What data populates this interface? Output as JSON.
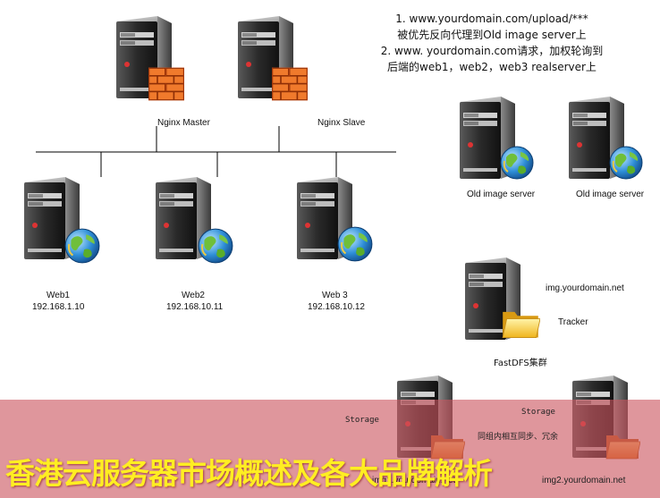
{
  "notes": {
    "line1": "1. www.yourdomain.com/upload/***",
    "line2": "被优先反向代理到Old  image server上",
    "line3": "2. www. yourdomain.com请求，加权轮询到",
    "line4": "后端的web1，web2，web3  realserver上"
  },
  "nginx": {
    "master": "Nginx Master",
    "slave": "Nginx  Slave"
  },
  "web": [
    {
      "name": "Web1",
      "ip": "192.168.1.10"
    },
    {
      "name": "Web2",
      "ip": "192.168.10.11"
    },
    {
      "name": "Web 3",
      "ip": "192.168.10.12"
    }
  ],
  "old_image": [
    "Old image server",
    "Old image server"
  ],
  "fastdfs": {
    "domain": "img.yourdomain.net",
    "tracker": "Tracker",
    "cluster": "FastDFS集群"
  },
  "storage": {
    "left": "Storage",
    "right": "Storage",
    "sync": "同组内相互同步、冗余",
    "domain_left": "img1.yourdomain.net",
    "domain_right": "img2.yourdomain.net"
  },
  "banner": {
    "title": "香港云服务器市场概述及各大品牌解析"
  },
  "colors": {
    "banner_bg": "#cb5660",
    "banner_text": "#ffee22"
  },
  "icons": [
    "server-icon",
    "firewall-icon",
    "globe-icon",
    "folder-icon"
  ]
}
